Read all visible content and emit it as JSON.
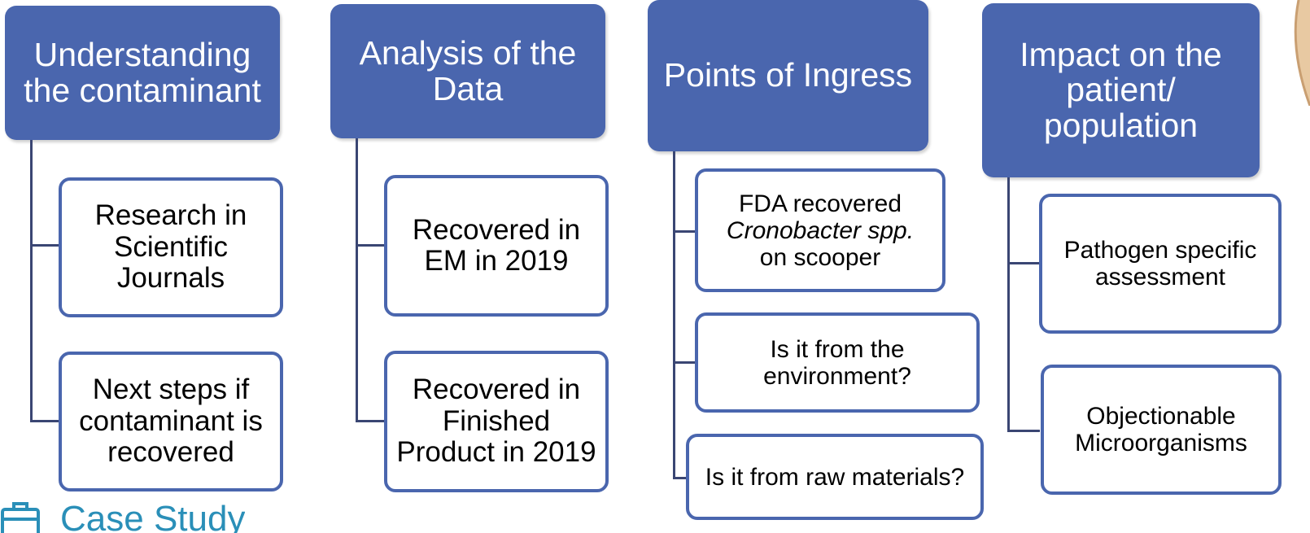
{
  "diagram": {
    "columns": [
      {
        "heading": "Understanding the contaminant",
        "items": [
          {
            "text": "Research in Scientific Journals"
          },
          {
            "text": "Next steps if contaminant is recovered"
          }
        ]
      },
      {
        "heading": "Analysis of the Data",
        "items": [
          {
            "text": "Recovered in EM in 2019"
          },
          {
            "text": "Recovered in Finished Product in 2019"
          }
        ]
      },
      {
        "heading": "Points of Ingress",
        "items": [
          {
            "line1": "FDA recovered",
            "line2": "Cronobacter spp.",
            "line3": "on scooper"
          },
          {
            "text": "Is it from the environment?"
          },
          {
            "text": "Is it from raw materials?"
          }
        ]
      },
      {
        "heading": "Impact on the patient/ population",
        "items": [
          {
            "text": "Pathogen specific assessment"
          },
          {
            "text": "Objectionable Microorganisms"
          }
        ]
      }
    ]
  },
  "footer": {
    "label": "Case Study",
    "icon": "briefcase-icon"
  },
  "colors": {
    "heading_fill": "#4a66ae",
    "child_border": "#4a66ae",
    "connector": "#3a4673",
    "footer_text": "#2a8fb8"
  }
}
